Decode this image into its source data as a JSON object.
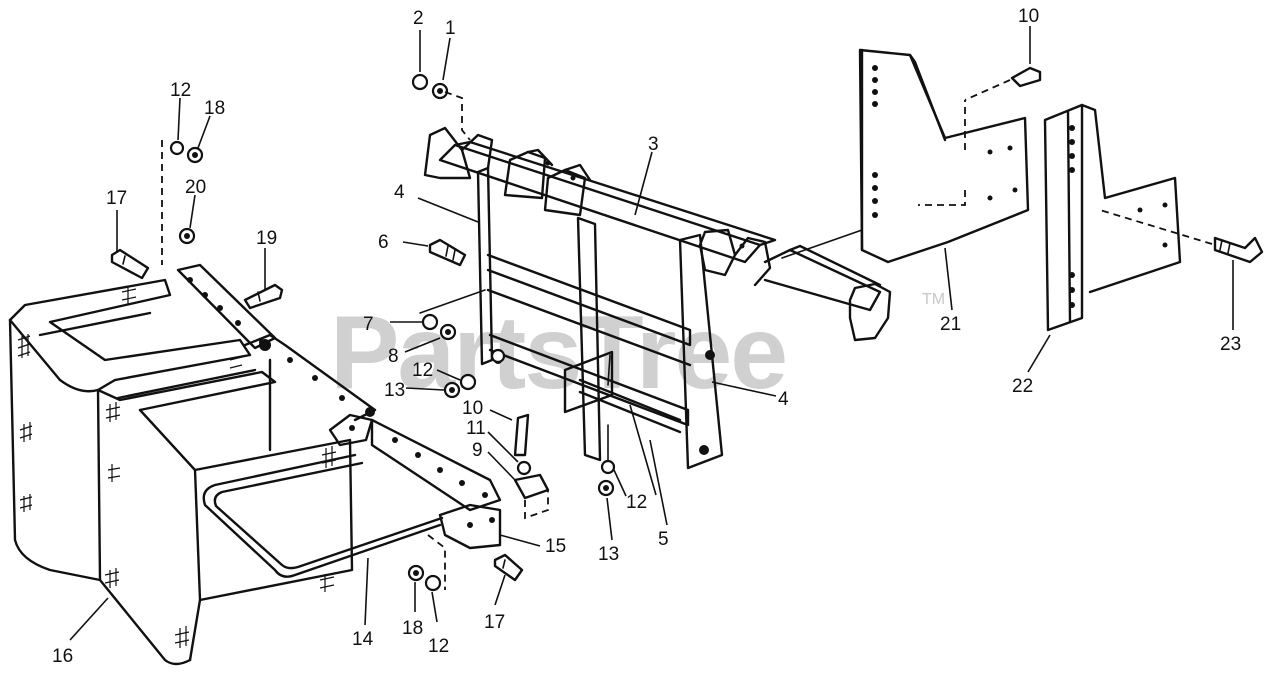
{
  "watermark": {
    "text": "PartsTree",
    "trademark": "TM"
  },
  "callouts": {
    "c1": "1",
    "c2": "2",
    "c3": "3",
    "c4a": "4",
    "c4b": "4",
    "c5": "5",
    "c6": "6",
    "c7": "7",
    "c8": "8",
    "c9": "9",
    "c10a": "10",
    "c10b": "10",
    "c11": "11",
    "c12a": "12",
    "c12b": "12",
    "c12c": "12",
    "c12d": "12",
    "c13a": "13",
    "c13b": "13",
    "c14": "14",
    "c15": "15",
    "c16": "16",
    "c17a": "17",
    "c17b": "17",
    "c18a": "18",
    "c18b": "18",
    "c19": "19",
    "c20": "20",
    "c21": "21",
    "c22": "22",
    "c23": "23"
  }
}
